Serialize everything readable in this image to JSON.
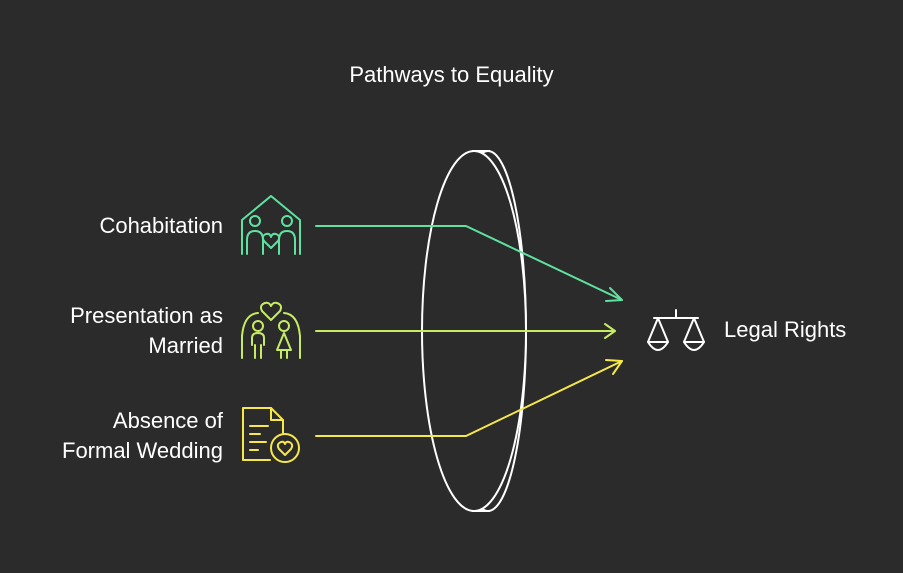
{
  "title": "Pathways to Equality",
  "inputs": [
    {
      "label": "Cohabitation",
      "color": "#5ee2a0",
      "icon": "home-couple-icon"
    },
    {
      "label_line1": "Presentation as",
      "label_line2": "Married",
      "color": "#c6ed62",
      "icon": "couple-heart-icon"
    },
    {
      "label_line1": "Absence of",
      "label_line2": "Formal Wedding",
      "color": "#f7e84a",
      "icon": "document-heart-icon"
    }
  ],
  "output": {
    "label": "Legal Rights",
    "icon": "scales-icon"
  },
  "lens": {
    "icon": "lens-icon"
  }
}
